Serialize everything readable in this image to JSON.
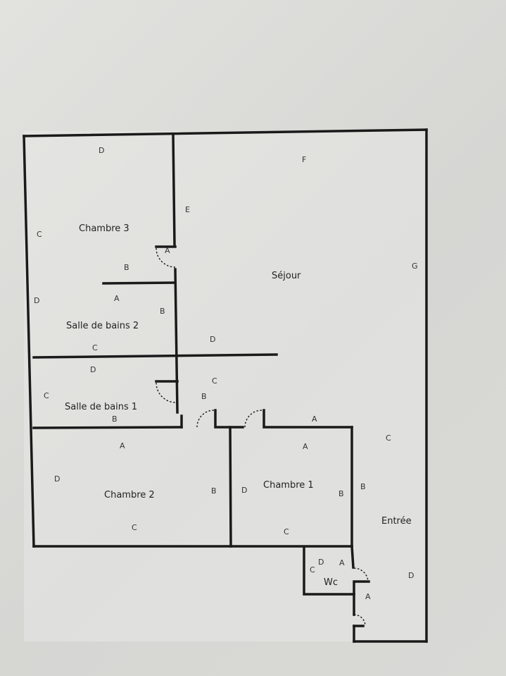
{
  "rooms": {
    "chambre3": "Chambre 3",
    "sejour": "Séjour",
    "sdb2": "Salle de bains 2",
    "sdb1": "Salle de bains 1",
    "chambre2": "Chambre 2",
    "chambre1": "Chambre 1",
    "entree": "Entrée",
    "wc": "Wc"
  },
  "walls": {
    "ch3_top": "D",
    "ch3_left": "C",
    "ch3_right_e": "E",
    "ch3_bottom": "B",
    "ch3_door": "A",
    "sejour_top": "F",
    "sejour_right": "G",
    "sejour_d": "D",
    "sejour_c": "C",
    "sejour_b": "B",
    "sdb2_left": "D",
    "sdb2_top": "A",
    "sdb2_right": "B",
    "sdb2_bottom": "C",
    "sdb1_top": "D",
    "sdb1_left": "C",
    "sdb1_bottom": "B",
    "ch2_top": "A",
    "ch2_left": "D",
    "ch2_right": "B",
    "ch2_bottom": "C",
    "ch1_left": "D",
    "ch1_top": "A",
    "ch1_right": "B",
    "ch1_bottom": "C",
    "entree_top": "A",
    "entree_c": "C",
    "entree_b": "B",
    "entree_d": "D",
    "entree_a": "A",
    "wc_c": "C",
    "wc_d": "D",
    "wc_a": "A"
  }
}
